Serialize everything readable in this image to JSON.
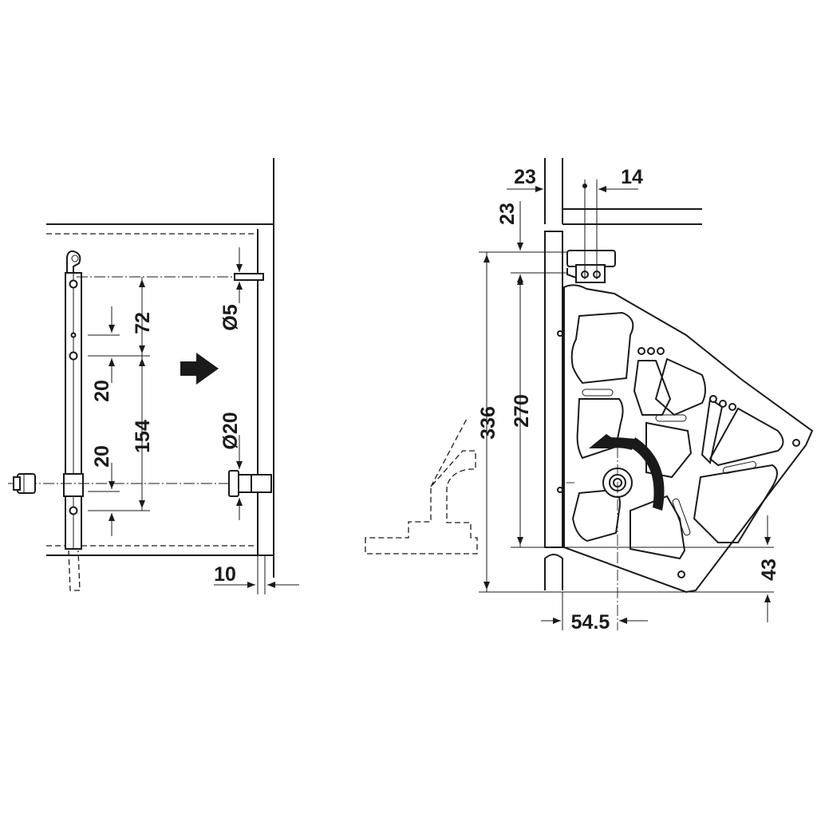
{
  "labels": {
    "left_72": "72",
    "left_20_top": "20",
    "left_154": "154",
    "left_20_bottom": "20",
    "left_dia5": "Ø5",
    "left_dia20": "Ø20",
    "left_10": "10",
    "right_23_top": "23",
    "right_14": "14",
    "right_23_side": "23",
    "right_336": "336",
    "right_270": "270",
    "right_43": "43",
    "right_54_5": "54.5"
  },
  "colors": {
    "line": "#1a1a1a",
    "background": "#ffffff"
  },
  "icons": {
    "push_direction": "arrow-right-icon",
    "rotation": "rotate-ccw-arrow-icon"
  }
}
